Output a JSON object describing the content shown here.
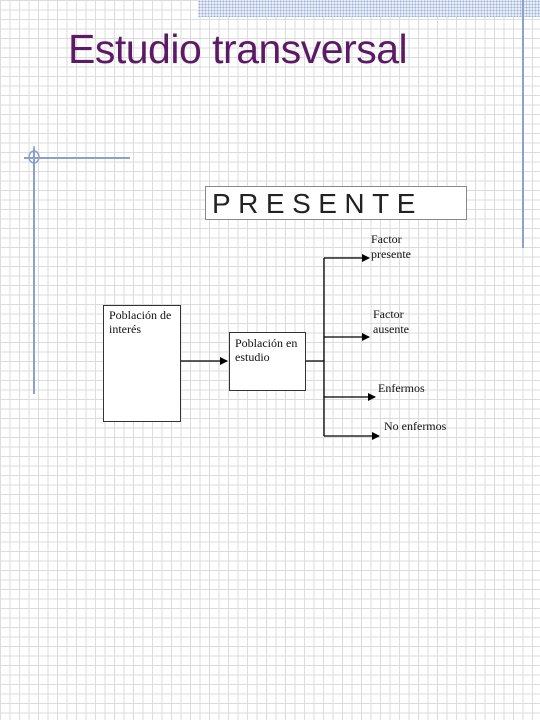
{
  "slide": {
    "title": "Estudio transversal",
    "header_box": "PRESENTE"
  },
  "diagram": {
    "poblacion_interes": "Población de interés",
    "poblacion_estudio": "Población en estudio",
    "branches": {
      "factor_presente": "Factor presente",
      "factor_ausente": "Factor ausente",
      "enfermos": "Enfermos",
      "no_enfermos": "No enfermos"
    }
  },
  "colors": {
    "title": "#5c1a66",
    "accent_rule": "#8ca0cc",
    "grid": "#dcdcdc"
  }
}
